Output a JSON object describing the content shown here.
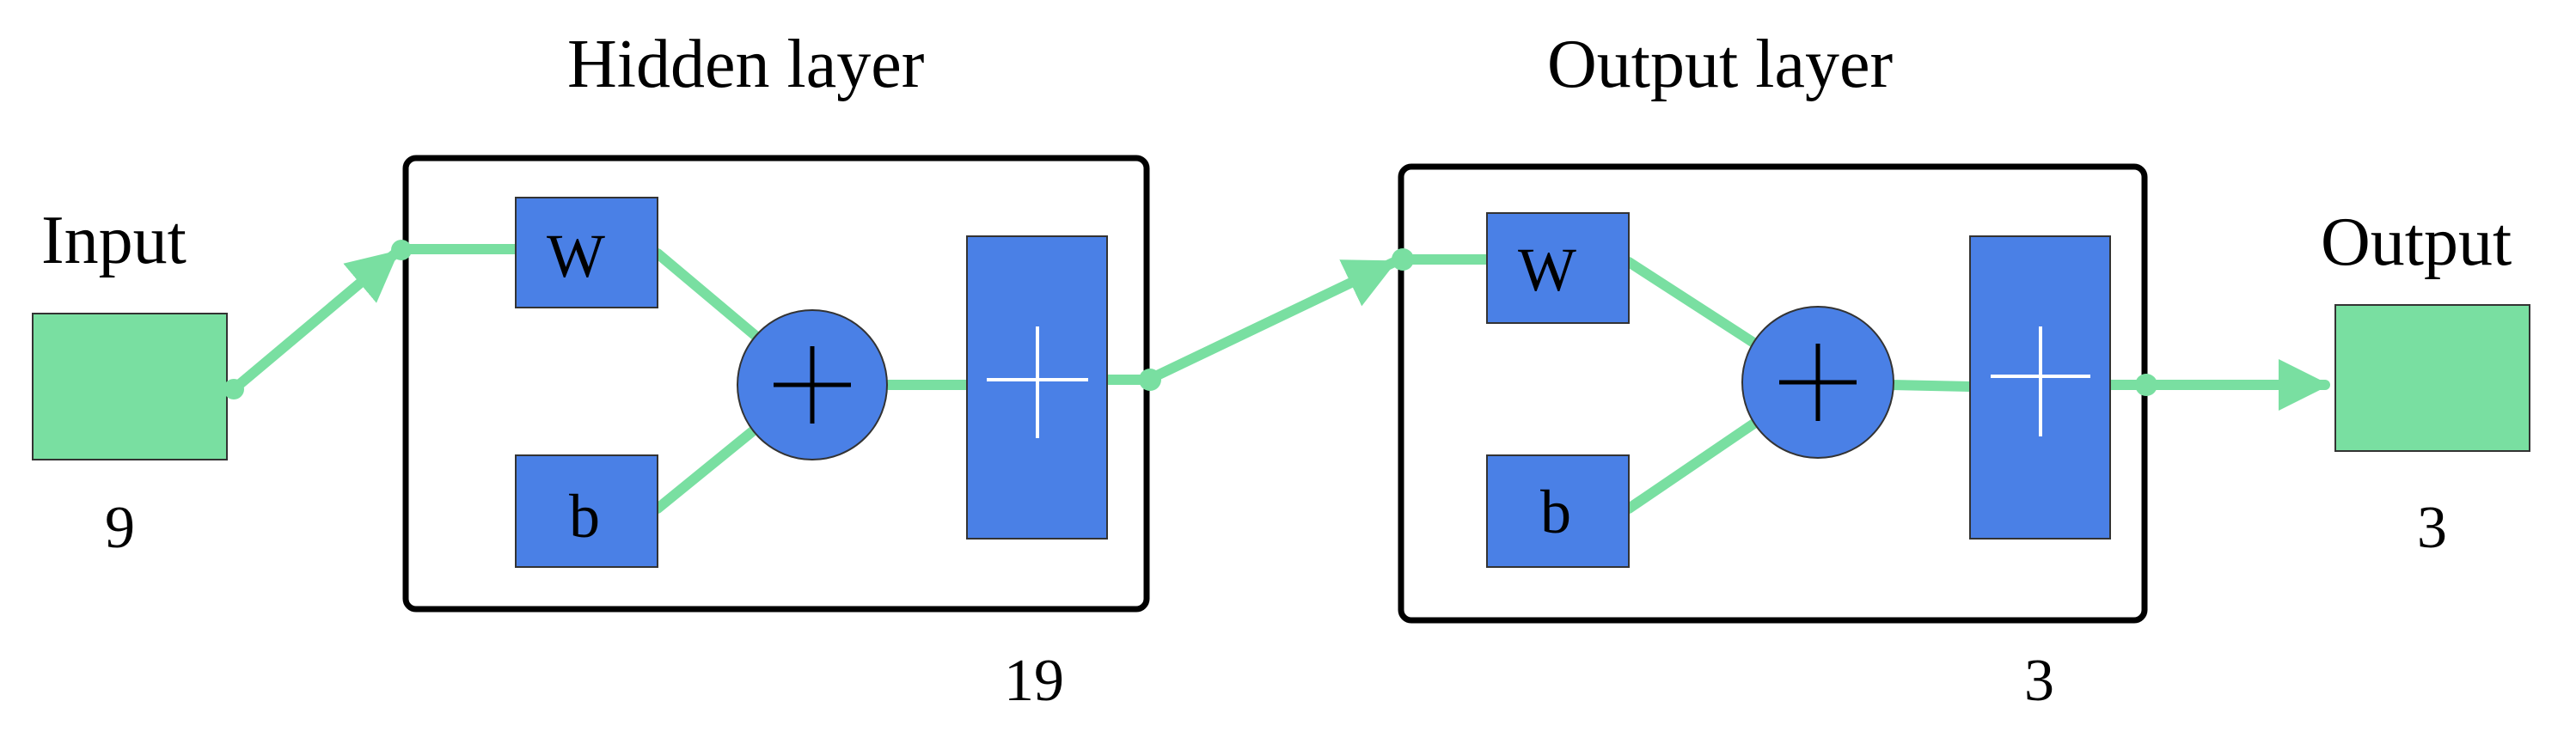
{
  "input": {
    "label": "Input",
    "size": "9"
  },
  "hidden_layer": {
    "title": "Hidden layer",
    "weight_label": "W",
    "bias_label": "b",
    "size": "19",
    "sum_icon": "plus-circle-icon",
    "transfer_icon": "linear-transfer-icon"
  },
  "output_layer": {
    "title": "Output layer",
    "weight_label": "W",
    "bias_label": "b",
    "size": "3",
    "sum_icon": "plus-circle-icon",
    "transfer_icon": "linear-transfer-icon"
  },
  "output": {
    "label": "Output",
    "size": "3"
  },
  "colors": {
    "block_blue": "#4a80e6",
    "io_green": "#79dfa1",
    "connector_green": "#79dfa1",
    "frame": "#000000"
  }
}
